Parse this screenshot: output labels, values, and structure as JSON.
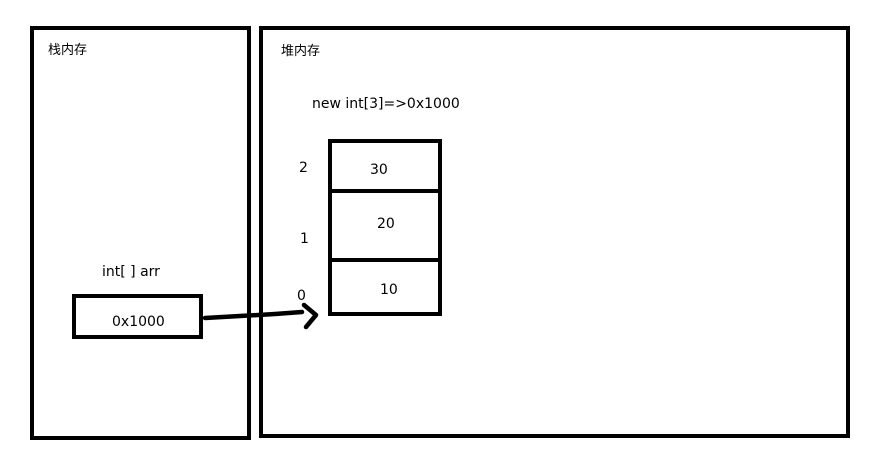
{
  "stack": {
    "title": "栈内存",
    "variable_declaration": "int[ ] arr",
    "pointer_value": "0x1000"
  },
  "heap": {
    "title": "堆内存",
    "allocation_label": "new int[3]=>0x1000",
    "array": {
      "cells": [
        {
          "index": "2",
          "value": "30"
        },
        {
          "index": "1",
          "value": "20"
        },
        {
          "index": "0",
          "value": "10"
        }
      ]
    }
  },
  "colors": {
    "stroke": "#000000",
    "background": "#ffffff"
  }
}
